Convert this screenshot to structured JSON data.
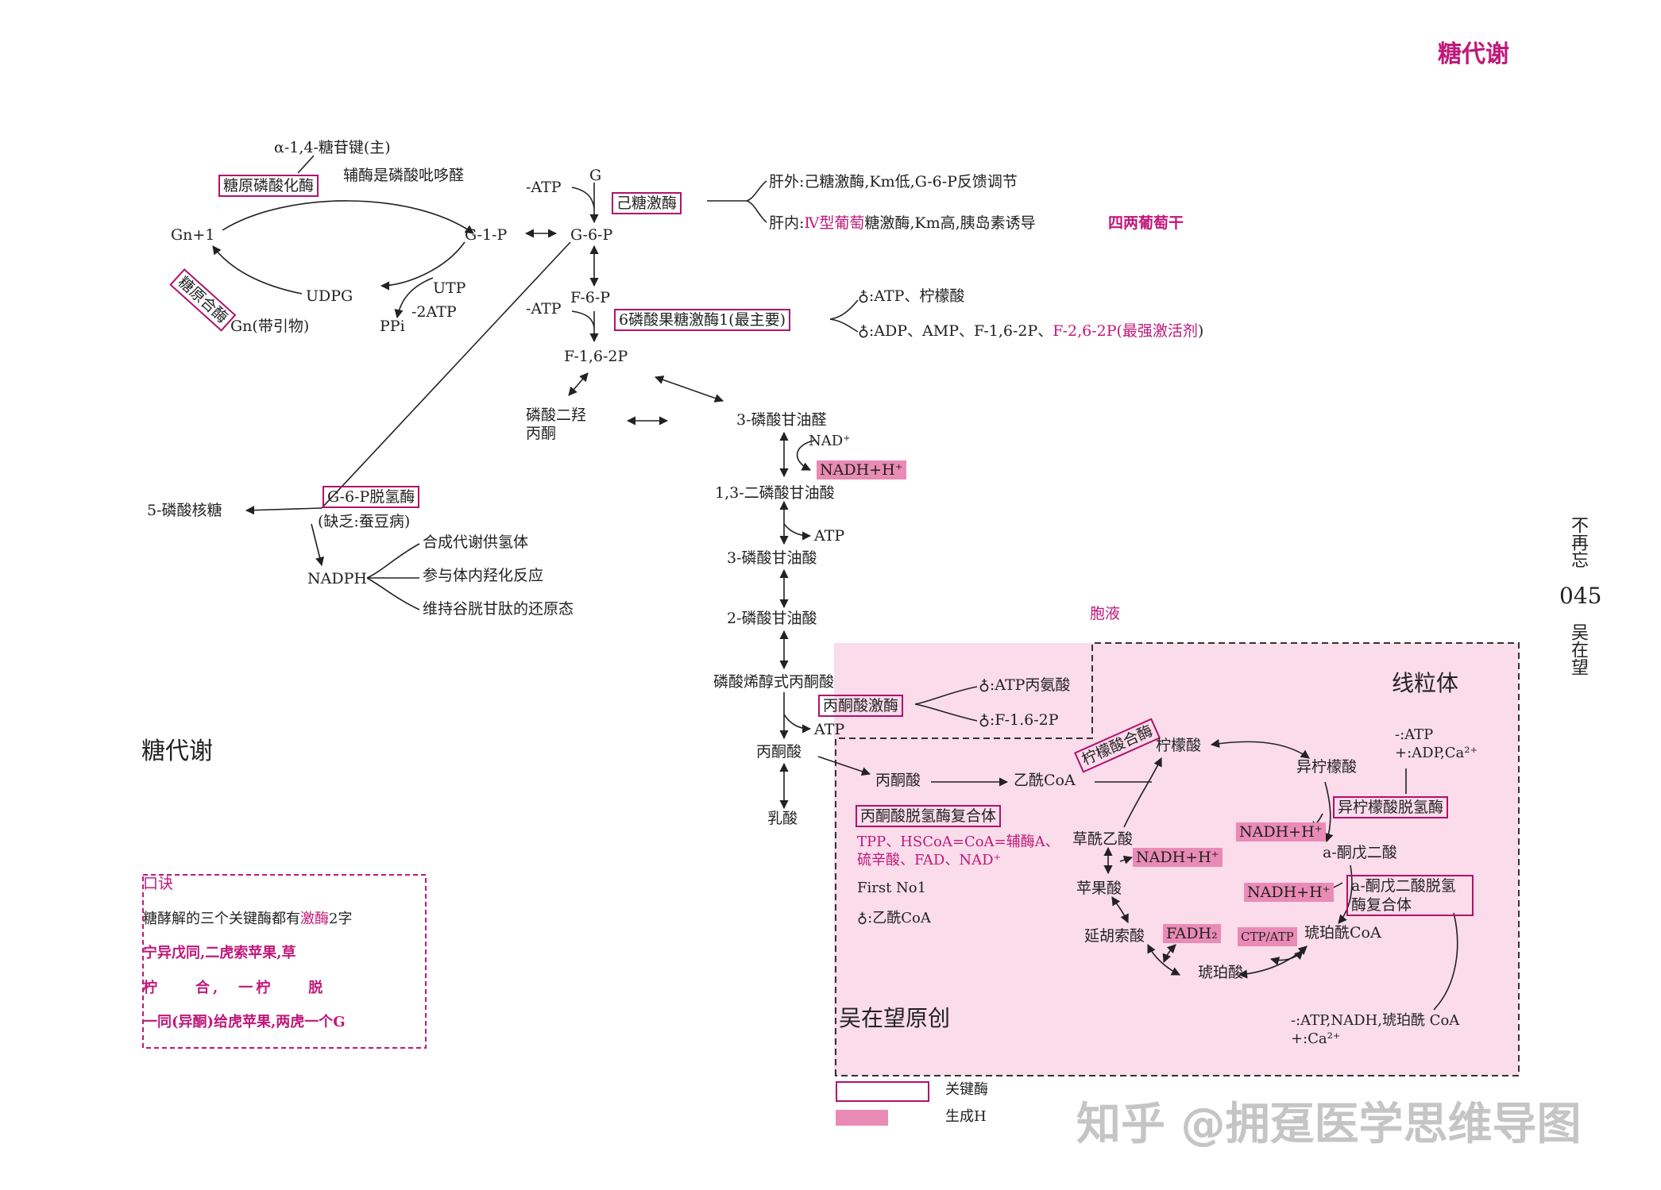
{
  "header": {
    "title": "糖代谢",
    "page_number": "045",
    "side_top": "不再忘",
    "side_bottom": "吴在望"
  },
  "labels": {
    "glycosidic": "α-1,4-糖苷键(主)",
    "phosphorylase": "糖原磷酸化酶",
    "coenzyme": "辅酶是磷酸吡哆醛",
    "gn1": "Gn+1",
    "g1p": "G-1-P",
    "g6p": "G-6-P",
    "g": "G",
    "atp1": "-ATP",
    "hexokinase": "己糖激酶",
    "liver_out": "肝外:己糖激酶,Km低,G-6-P反馈调节",
    "liver_in_a": "肝内:",
    "liver_in_b": "Ⅳ型葡萄",
    "liver_in_c": "糖激酶,Km高,胰岛素诱导",
    "mnemonic_grape": "四两葡萄干",
    "synthase": "糖原合酶",
    "udpg": "UDPG",
    "utp": "UTP",
    "atp2": "-2ATP",
    "ppi": "PPi",
    "gn_primer": "Gn(带引物)",
    "f6p": "F-6-P",
    "atp3": "-ATP",
    "pfk": "6磷酸果糖激酶1(最主要)",
    "pfk_inh": "♁:ATP、柠檬酸",
    "pfk_act_a": "♁:ADP、AMP、F-1,6-2P、",
    "pfk_act_b": "F-2,6-2P(最强激活剂",
    ")": ")",
    "f16": "F-1,6-2P",
    "dhap_1": "磷酸二羟",
    "dhap_2": "丙酮",
    "g3p": "3-磷酸甘油醛",
    "nad": "NAD⁺",
    "nadh1": "NADH+H⁺",
    "bpg": "1,3-二磷酸甘油酸",
    "atp4": "ATP",
    "pg3": "3-磷酸甘油酸",
    "pg2": "2-磷酸甘油酸",
    "pep": "磷酸烯醇式丙酮酸",
    "pk": "丙酮酸激酶",
    "pk_inh": "♁:ATP丙氨酸",
    "pk_act": "♁:F-1.6-2P",
    "atp5": "ATP",
    "pyruvate": "丙酮酸",
    "lactate": "乳酸",
    "ribose": "5-磷酸核糖",
    "g6pd": "G-6-P脱氢酶",
    "g6pd_note": "(缺乏:蚕豆病)",
    "nadph": "NADPH",
    "nadph_1": "合成代谢供氢体",
    "nadph_2": "参与体内羟化反应",
    "nadph_3": "维持谷胱甘肽的还原态",
    "cytosol": "胞液",
    "mito": "线粒体",
    "pyr2": "丙酮酸",
    "acetyl": "乙酰CoA",
    "cs": "柠檬酸合酶",
    "citrate": "柠檬酸",
    "isocitrate": "异柠檬酸",
    "idh": "异柠檬酸脱氢酶",
    "idh_reg_1": "-:ATP",
    "idh_reg_2": "+:ADP,Ca²⁺",
    "nadh2": "NADH+H⁺",
    "akg": "a-酮戊二酸",
    "nadh3": "NADH+H⁺",
    "akgdh": "a-酮戊二酸脱氢酶复合体",
    "succoa": "琥珀酰CoA",
    "ctp": "CTP/ATP",
    "succinate": "琥珀酸",
    "fadh2": "FADH₂",
    "fumarate": "延胡索酸",
    "malate": "苹果酸",
    "oaa": "草酰乙酸",
    "nadh4": "NADH+H⁺",
    "pdh": "丙酮酸脱氢酶复合体",
    "pdh_co_1": "TPP、HSCoA=CoA=辅酶A、",
    "pdh_co_2": "硫辛酸、FAD、NAD⁺",
    "first": "First No1",
    "pdh_inh": "♁:乙酰CoA",
    "akg_reg_1": "-:ATP,NADH,琥珀酰 CoA",
    "akg_reg_2": "+:Ca²⁺",
    "author": "吴在望原创",
    "section": "糖代谢",
    "legend_box": "关键酶",
    "legend_fill": "生成H",
    "watermark": "知乎 @拥趸医学思维导图"
  },
  "mnemonic": {
    "title": "口诀",
    "line1_a": "糖酵解的三个关键酶都有",
    "line1_b": "激酶",
    "line1_c": "2字",
    "line2": "宁异戊同,二虎索苹果,草",
    "line3": "柠　　合,　一柠　　脱",
    "line4": "一同(异酮)给虎苹果,两虎一个G"
  },
  "colors": {
    "accent": "#c0187a",
    "box_border": "#b0126c",
    "fill": "#e98bb6",
    "mito_bg": "#fadcea"
  }
}
